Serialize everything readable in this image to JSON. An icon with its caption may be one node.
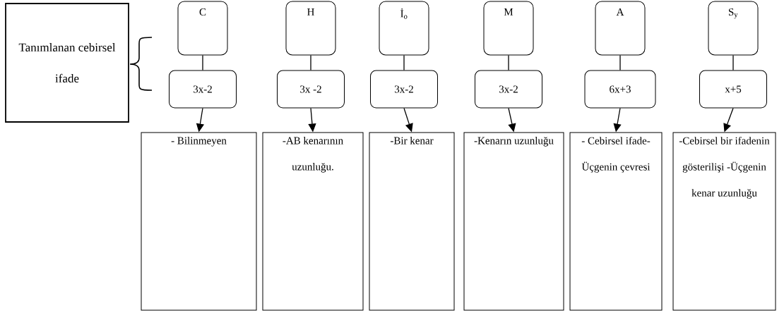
{
  "diagram": {
    "nodes": [
      {
        "text": [
          "Tanımlanan cebirsel ifade"
        ]
      },
      {
        "text": [
          "C"
        ]
      },
      {
        "text": [
          "H"
        ]
      },
      {
        "text": [
          "İ$_{o}$"
        ]
      },
      {
        "text": [
          "M"
        ]
      },
      {
        "text": [
          "A"
        ]
      },
      {
        "text": [
          "S$_{y}$"
        ]
      },
      {
        "text": [
          "3x-2"
        ]
      },
      {
        "text": [
          "3x -2"
        ]
      },
      {
        "text": [
          "3x-2"
        ]
      },
      {
        "text": [
          "3x-2"
        ]
      },
      {
        "text": [
          "6x+3"
        ]
      },
      {
        "text": [
          "x+5"
        ]
      },
      {
        "text": [
          "- Bilinmeyen"
        ]
      },
      {
        "text": [
          "-AB kenarının uzunluğu."
        ]
      },
      {
        "text": [
          "-Bir kenar"
        ]
      },
      {
        "text": [
          "-Kenarın uzunluğu"
        ]
      },
      {
        "text": [
          "- Cebirsel ifade- Üçgenin çevresi"
        ]
      },
      {
        "text": [
          "-Cebirsel bir ifadenin gösterilişi -Üçgenin kenar uzunluğu"
        ]
      }
    ],
    "edges": [
      {
        "from": 1,
        "to": 7,
        "arrow": "none"
      },
      {
        "from": 2,
        "to": 8,
        "arrow": "none"
      },
      {
        "from": 3,
        "to": 9,
        "arrow": "none"
      },
      {
        "from": 4,
        "to": 10,
        "arrow": "none"
      },
      {
        "from": 5,
        "to": 11,
        "arrow": "none"
      },
      {
        "from": 6,
        "to": 12,
        "arrow": "none"
      },
      {
        "from": 7,
        "to": 13,
        "arrow": "to"
      },
      {
        "from": 8,
        "to": 14,
        "arrow": "to"
      },
      {
        "from": 9,
        "to": 15,
        "arrow": "to"
      },
      {
        "from": 10,
        "to": 16,
        "arrow": "to"
      },
      {
        "from": 11,
        "to": 17,
        "arrow": "to"
      },
      {
        "from": 12,
        "to": 18,
        "arrow": "to"
      }
    ]
  }
}
